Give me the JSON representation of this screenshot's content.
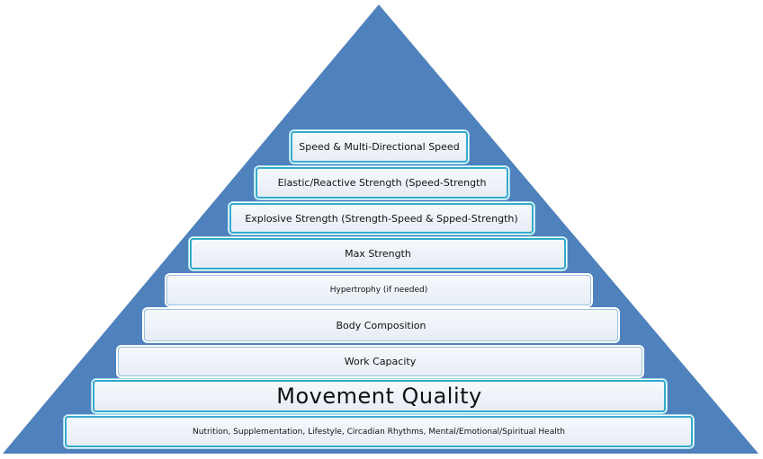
{
  "pyramid": {
    "fill_color": "#4f81bd",
    "levels": [
      {
        "label": "Speed & Multi-Directional  Speed"
      },
      {
        "label": "Elastic/Reactive Strength (Speed-Strength"
      },
      {
        "label": "Explosive Strength (Strength-Speed & Spped-Strength)"
      },
      {
        "label": "Max Strength"
      },
      {
        "label": "Hypertrophy (if needed)"
      },
      {
        "label": "Body Composition"
      },
      {
        "label": "Work Capacity"
      },
      {
        "label": "Movement Quality"
      },
      {
        "label": "Nutrition, Supplementation, Lifestyle, Circadian Rhythms, Mental/Emotional/Spiritual Health"
      }
    ]
  }
}
